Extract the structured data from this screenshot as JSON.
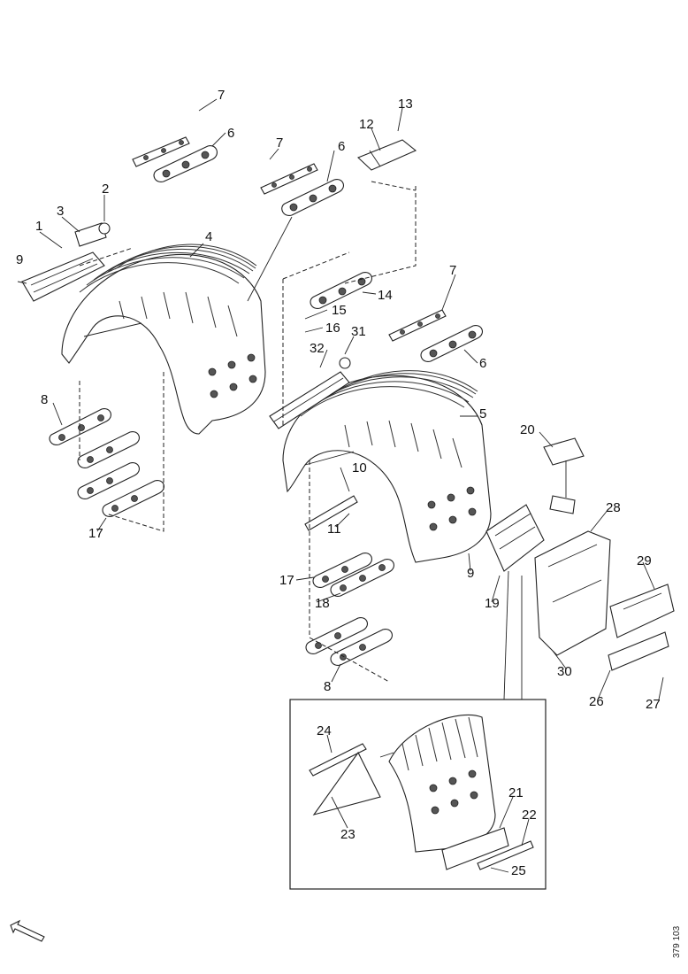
{
  "diagram": {
    "callouts": [
      {
        "id": "c1",
        "text": "1"
      },
      {
        "id": "c2",
        "text": "2"
      },
      {
        "id": "c3",
        "text": "3"
      },
      {
        "id": "c4",
        "text": "4"
      },
      {
        "id": "c5",
        "text": "5"
      },
      {
        "id": "c6a",
        "text": "6"
      },
      {
        "id": "c6b",
        "text": "6"
      },
      {
        "id": "c6c",
        "text": "6"
      },
      {
        "id": "c7a",
        "text": "7"
      },
      {
        "id": "c7b",
        "text": "7"
      },
      {
        "id": "c7c",
        "text": "7"
      },
      {
        "id": "c8a",
        "text": "8"
      },
      {
        "id": "c8b",
        "text": "8"
      },
      {
        "id": "c9a",
        "text": "9"
      },
      {
        "id": "c9b",
        "text": "9"
      },
      {
        "id": "c10",
        "text": "10"
      },
      {
        "id": "c11",
        "text": "11"
      },
      {
        "id": "c12",
        "text": "12"
      },
      {
        "id": "c13",
        "text": "13"
      },
      {
        "id": "c14",
        "text": "14"
      },
      {
        "id": "c15",
        "text": "15"
      },
      {
        "id": "c16",
        "text": "16"
      },
      {
        "id": "c17a",
        "text": "17"
      },
      {
        "id": "c17b",
        "text": "17"
      },
      {
        "id": "c18",
        "text": "18"
      },
      {
        "id": "c19",
        "text": "19"
      },
      {
        "id": "c20",
        "text": "20"
      },
      {
        "id": "c21",
        "text": "21"
      },
      {
        "id": "c22",
        "text": "22"
      },
      {
        "id": "c23",
        "text": "23"
      },
      {
        "id": "c24",
        "text": "24"
      },
      {
        "id": "c25",
        "text": "25"
      },
      {
        "id": "c26",
        "text": "26"
      },
      {
        "id": "c27",
        "text": "27"
      },
      {
        "id": "c28",
        "text": "28"
      },
      {
        "id": "c29",
        "text": "29"
      },
      {
        "id": "c30",
        "text": "30"
      },
      {
        "id": "c31",
        "text": "31"
      },
      {
        "id": "c32",
        "text": "32"
      }
    ],
    "reference_code": "379 103"
  }
}
